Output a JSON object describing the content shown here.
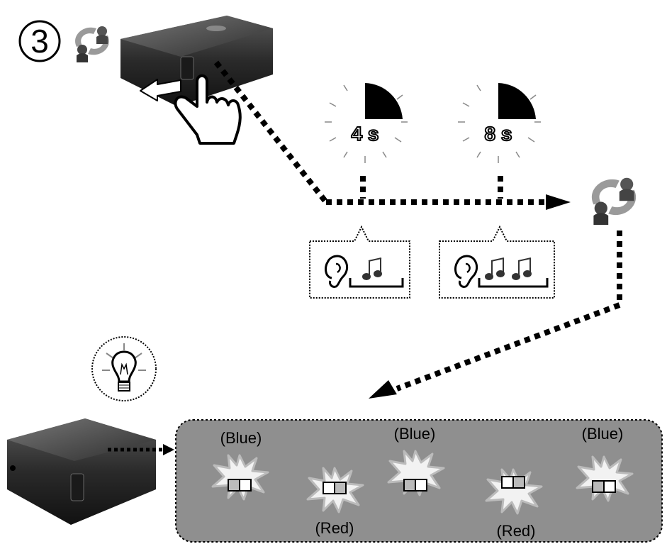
{
  "step": {
    "number": "3"
  },
  "timers": [
    {
      "label": "4 s"
    },
    {
      "label": "8 s"
    }
  ],
  "leds": [
    {
      "color_label": "(Blue)",
      "lit": "right"
    },
    {
      "color_label": "(Red)",
      "lit": "left"
    },
    {
      "color_label": "(Blue)",
      "lit": "right"
    },
    {
      "color_label": "(Red)",
      "lit": "left"
    },
    {
      "color_label": "(Blue)",
      "lit": "right"
    }
  ],
  "colors": {
    "panel_fill": "#8f8f8f",
    "device_body": "#2a2a2a",
    "stroke": "#000000",
    "flash_fill": "#f2f2f2"
  },
  "icons": [
    "pairing-icon",
    "hand-pointer-icon",
    "timer-icon",
    "ear-icon",
    "music-note-icon",
    "lightbulb-icon",
    "flash-burst-icon"
  ]
}
